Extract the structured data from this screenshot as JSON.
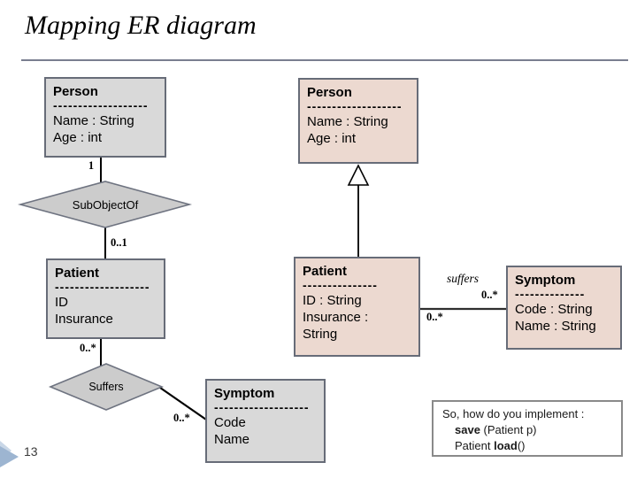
{
  "slide": {
    "title": "Mapping ER diagram",
    "page_number": "13"
  },
  "er": {
    "person": {
      "title": "Person",
      "separator": "-------------------",
      "attributes": [
        "Name : String",
        "Age : int"
      ]
    },
    "sub_object_of": {
      "label": "SubObjectOf"
    },
    "patient": {
      "title": "Patient",
      "separator": "-------------------",
      "attributes": [
        "ID",
        "Insurance"
      ]
    },
    "suffers_diamond": {
      "label": "Suffers"
    },
    "symptom": {
      "title": "Symptom",
      "separator": "-------------------",
      "attributes": [
        "Code",
        "Name"
      ]
    },
    "multiplicities": {
      "person_to_subobjectof": "1",
      "subobjectof_to_patient": "0..1",
      "patient_to_suffers": "0..*",
      "suffers_to_symptom": "0..*"
    }
  },
  "uml": {
    "person": {
      "title": "Person",
      "separator": "-------------------",
      "attributes": [
        "Name : String",
        "Age : int"
      ]
    },
    "patient": {
      "title": "Patient",
      "separator": "---------------",
      "attributes": [
        "ID :  String",
        "Insurance :",
        "String"
      ]
    },
    "symptom": {
      "title": "Symptom",
      "separator": "--------------",
      "attributes": [
        "Code : String",
        "Name : String"
      ]
    },
    "association": {
      "label": "suffers",
      "mult_near_symptom": "0..*",
      "mult_near_patient": "0..*"
    }
  },
  "note": {
    "line1": "So, how do you implement :",
    "save_keyword": "save",
    "line2_rest": " (Patient  p)",
    "line3_pre": "Patient ",
    "load_keyword": "load",
    "line3_post": "()"
  },
  "colors": {
    "er_box_fill": "#d9d9d9",
    "diamond_fill": "#cccccc",
    "uml_box_fill": "#ecd9d0",
    "box_border": "#676c78",
    "connector": "#000000",
    "title_rule": "#7a7e90",
    "note_border": "#8a8a8a",
    "decoration_blue": "#9db5d1",
    "decoration_light_blue": "#c9d7e7"
  }
}
